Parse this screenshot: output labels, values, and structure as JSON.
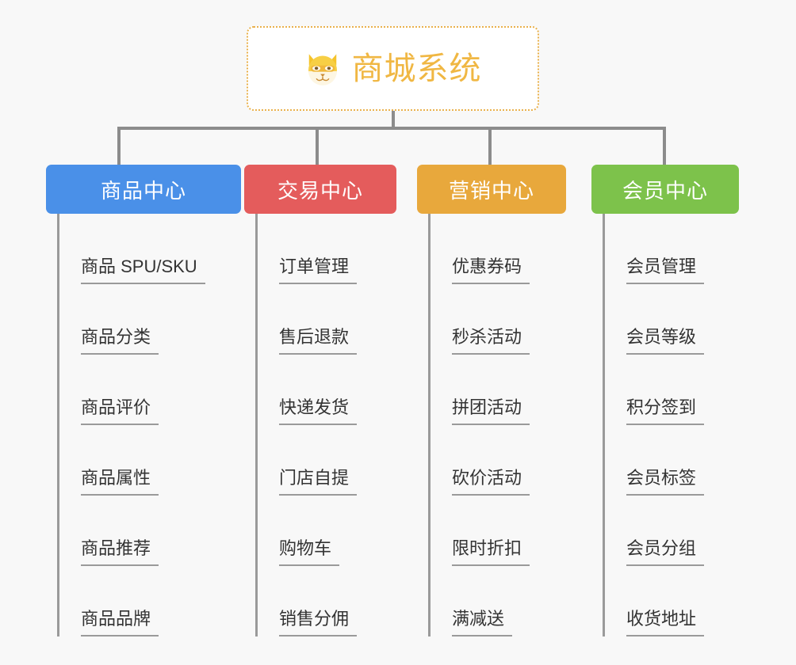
{
  "page": {
    "background_color": "#f8f8f8",
    "type": "mind-map"
  },
  "root": {
    "title": "商城系统",
    "icon": "dog-face-icon",
    "border_color": "#e9b14c",
    "text_color": "#f0b743"
  },
  "columns": [
    {
      "header": "商品中心",
      "color": "#4a90e8",
      "items": [
        "商品 SPU/SKU",
        "商品分类",
        "商品评价",
        "商品属性",
        "商品推荐",
        "商品品牌"
      ]
    },
    {
      "header": "交易中心",
      "color": "#e45c5c",
      "items": [
        "订单管理",
        "售后退款",
        "快递发货",
        "门店自提",
        "购物车",
        "销售分佣"
      ]
    },
    {
      "header": "营销中心",
      "color": "#e8a83c",
      "items": [
        "优惠券码",
        "秒杀活动",
        "拼团活动",
        "砍价活动",
        "限时折扣",
        "满减送"
      ]
    },
    {
      "header": "会员中心",
      "color": "#7dc24b",
      "items": [
        "会员管理",
        "会员等级",
        "积分签到",
        "会员标签",
        "会员分组",
        "收货地址"
      ]
    }
  ],
  "connector_color": "#8c8c8c",
  "leaf_line_color": "#9a9a9a"
}
